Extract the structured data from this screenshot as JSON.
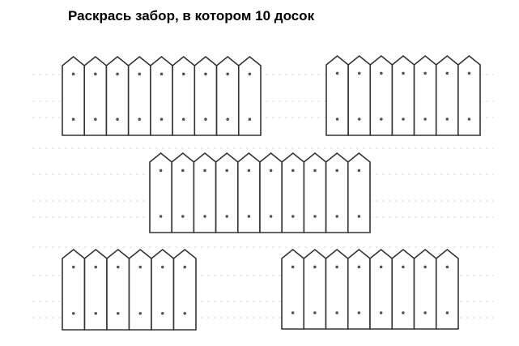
{
  "worksheet": {
    "title": "Раскрась забор, в котором 10 досок",
    "fences": [
      {
        "boards": 9
      },
      {
        "boards": 7
      },
      {
        "boards": 10
      },
      {
        "boards": 6
      },
      {
        "boards": 8
      }
    ]
  }
}
